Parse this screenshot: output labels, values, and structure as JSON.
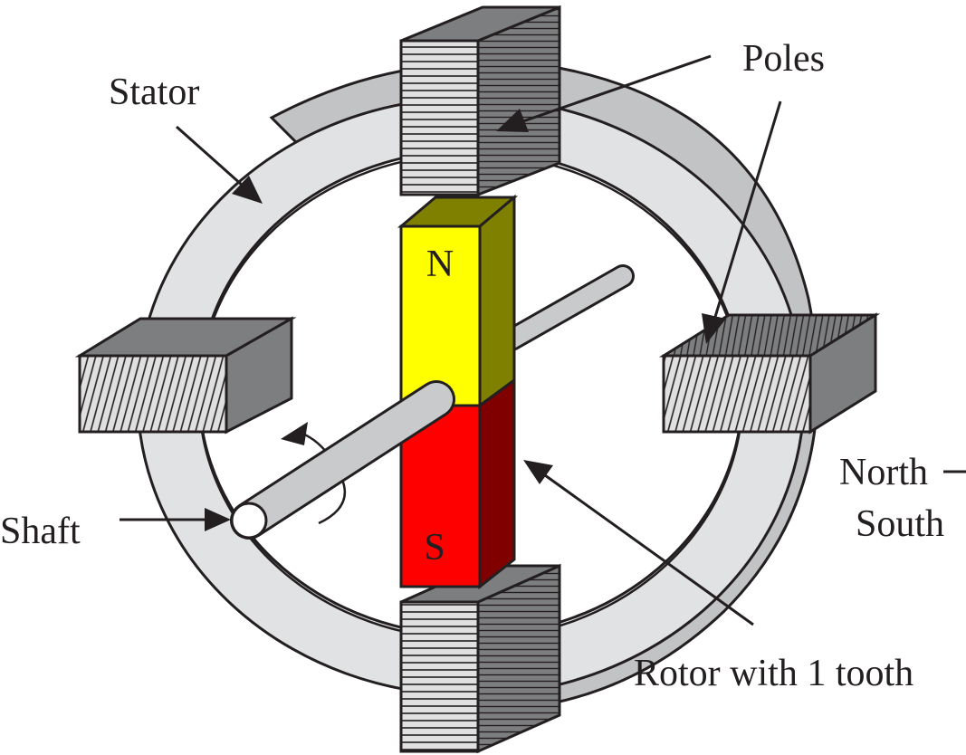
{
  "labels": {
    "stator": "Stator",
    "poles": "Poles",
    "shaft": "Shaft",
    "rotor": "Rotor with 1 tooth",
    "north": "North",
    "south": "South"
  },
  "magnet": {
    "north_letter": "N",
    "south_letter": "S"
  },
  "colors": {
    "stator_front": "#e1e2e3",
    "stator_back": "#c2c3c5",
    "pole_light": "#e0e0e0",
    "pole_dark": "#7d7e80",
    "magnet_yellow": "#ffff00",
    "magnet_olive": "#808000",
    "magnet_red": "#ff0000",
    "magnet_maroon": "#800000",
    "shaft": "#c9cacb",
    "outline": "#231f20"
  }
}
